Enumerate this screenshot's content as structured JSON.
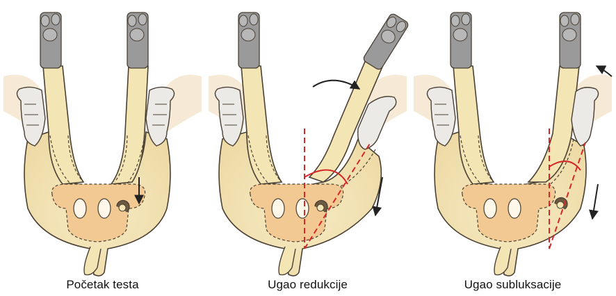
{
  "panels": [
    {
      "caption": "Početak testa"
    },
    {
      "caption": "Ugao redukcije"
    },
    {
      "caption": "Ugao subluksacije"
    }
  ],
  "colors": {
    "skin": "#f4e5b4",
    "bone": "#f2c992",
    "outline": "#4a4034",
    "paw": "#8e8e8e",
    "hand": "#ebeae6",
    "angle": "#d62828",
    "arrow": "#222222"
  }
}
